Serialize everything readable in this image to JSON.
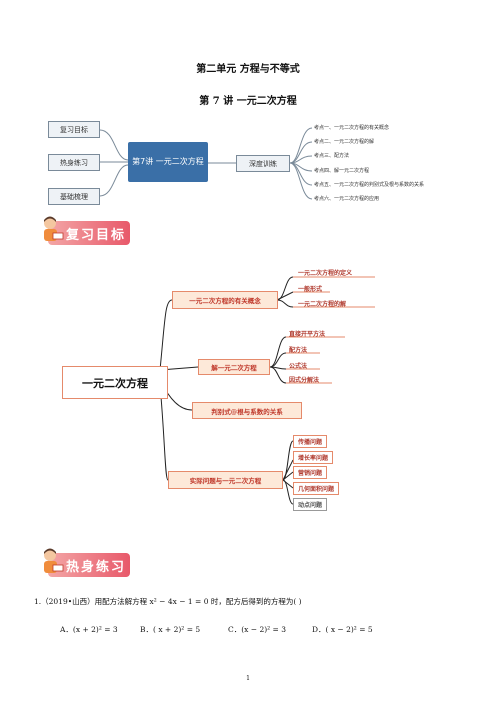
{
  "header": {
    "unit_title": "第二单元   方程与不等式",
    "lesson_title": "第 7 讲  一元二次方程"
  },
  "mindmap1": {
    "left": [
      "复习目标",
      "热身练习",
      "基础梳理"
    ],
    "center": "第7讲 一元二次方程",
    "middle": "深度训练",
    "points": [
      "考点一、一元二次方程的有关概念",
      "考点二、一元二次方程的解",
      "考点三、配方法",
      "考点四、解一元二次方程",
      "考点五、一元二次方程的判别式及根与系数的关系",
      "考点六、一元二次方程的应用"
    ]
  },
  "banner1": {
    "label": "复习目标"
  },
  "mindmap2": {
    "root": "一元二次方程",
    "branches": [
      {
        "label": "一元二次方程的有关概念",
        "leaves": [
          "一元二次方程的定义",
          "一般形式",
          "一元二次方程的解"
        ]
      },
      {
        "label": "解一元二次方程",
        "leaves": [
          "直接开平方法",
          "配方法",
          "公式法",
          "因式分解法"
        ]
      },
      {
        "label": "判别式@根与系数的关系",
        "leaves": []
      },
      {
        "label": "实际问题与一元二次方程",
        "leaves": [
          "传播问题",
          "增长率问题",
          "营销问题",
          "几何面积问题",
          "动点问题"
        ]
      }
    ]
  },
  "banner2": {
    "label": "热身练习"
  },
  "question1": {
    "stem": "1.（2019•山西）用配方法解方程 x² − 4x − 1 = 0 时，配方后得到的方程为(       )",
    "options": {
      "A": "A．(x + 2)² = 3",
      "B": "B．( x + 2)² = 5",
      "C": "C．(x − 2)² = 3",
      "D": "D．( x − 2)² = 5"
    }
  },
  "footer": {
    "page_number": "1"
  },
  "colors": {
    "accent": "#e8596a",
    "mindmap_blue": "#3a6fa7",
    "branch_orange": "#e58a6b"
  }
}
